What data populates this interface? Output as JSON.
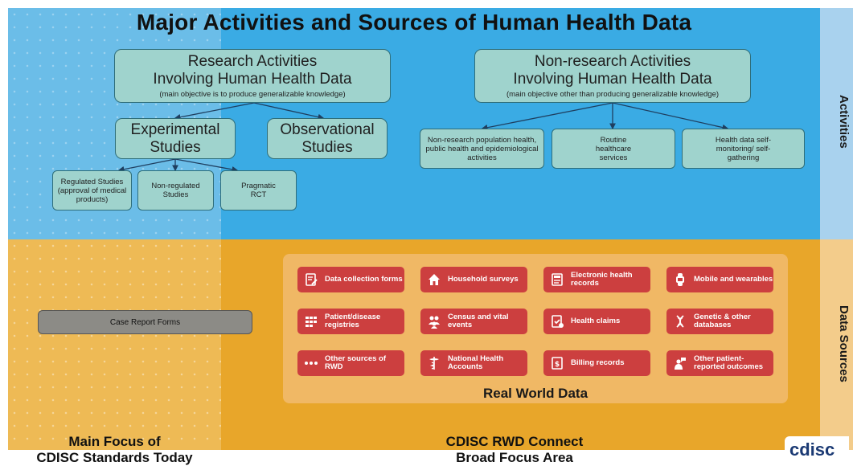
{
  "title": "Major Activities and Sources of Human Health Data",
  "side_labels": {
    "activities": "Activities",
    "data_sources": "Data Sources"
  },
  "research": {
    "title_line1": "Research Activities",
    "title_line2": "Involving Human Health Data",
    "subtitle": "(main objective is to produce generalizable knowledge)",
    "experimental": "Experimental Studies",
    "observational": "Observational Studies",
    "regulated": "Regulated Studies (approval of medical products)",
    "non_regulated": "Non-regulated Studies",
    "pragmatic": "Pragmatic RCT"
  },
  "non_research": {
    "title_line1": "Non-research Activities",
    "title_line2": "Involving Human Health Data",
    "subtitle": "(main objective other than producing generalizable knowledge)",
    "population": "Non-research population health, public health and epidemiological activities",
    "routine": "Routine healthcare services",
    "self_monitoring": "Health data self-monitoring/ self-gathering"
  },
  "case_report_forms": "Case Report Forms",
  "rwd": {
    "title": "Real World Data",
    "items": [
      {
        "label": "Data collection forms",
        "icon": "form-icon"
      },
      {
        "label": "Household surveys",
        "icon": "house-icon"
      },
      {
        "label": "Electronic health records",
        "icon": "ehr-icon"
      },
      {
        "label": "Mobile and wearables",
        "icon": "watch-icon"
      },
      {
        "label": "Patient/disease registries",
        "icon": "registry-icon"
      },
      {
        "label": "Census and vital events",
        "icon": "people-icon"
      },
      {
        "label": "Health claims",
        "icon": "claims-icon"
      },
      {
        "label": "Genetic & other databases",
        "icon": "dna-icon"
      },
      {
        "label": "Other sources of RWD",
        "icon": "dots-icon"
      },
      {
        "label": "National Health Accounts",
        "icon": "caduceus-icon"
      },
      {
        "label": "Billing records",
        "icon": "billing-icon"
      },
      {
        "label": "Other patient-reported outcomes",
        "icon": "patient-icon"
      }
    ]
  },
  "bottom": {
    "left_line1": "Main Focus of",
    "left_line2": "CDISC Standards Today",
    "mid_line1": "CDISC RWD Connect",
    "mid_line2": "Broad Focus Area"
  },
  "logo": "cdisc",
  "colors": {
    "activities_bg": "#3aabe4",
    "data_sources_bg": "#e8a62a",
    "box_fill": "#9fd3cd",
    "rwd_button": "#cc3f3f"
  }
}
